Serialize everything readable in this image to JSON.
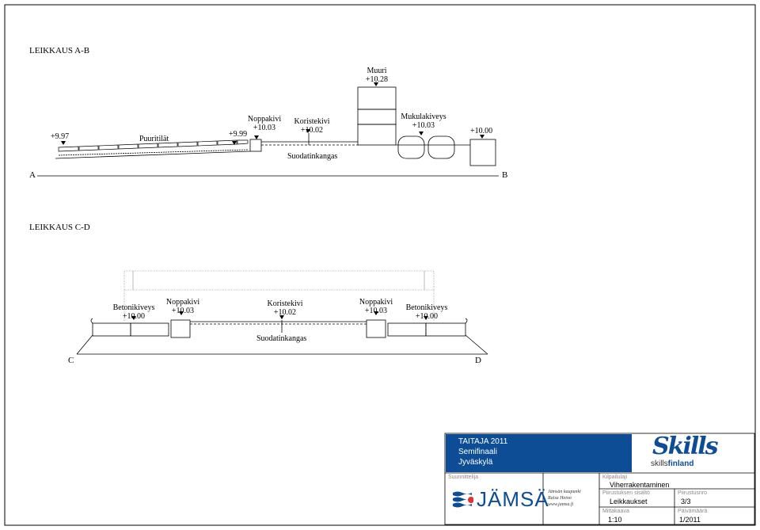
{
  "sheet": {
    "border_color": "#000000",
    "accent_blue": "#0d4d96",
    "brand_red": "#e4322b"
  },
  "section_ab": {
    "title": "LEIKKAUS A-B",
    "label_left": "A",
    "label_right": "B",
    "levels": {
      "left": "+9.97",
      "mid": "+9.99",
      "noppakivi_name": "Noppakivi",
      "noppakivi_level": "+10.03",
      "koristekivi_name": "Koristekivi",
      "koristekivi_level": "+10.02",
      "muuri_name": "Muuri",
      "muuri_level": "+10.28",
      "mukulakiveys_name": "Mukulakiveys",
      "mukulakiveys_level": "+10.03",
      "right": "+10.00"
    },
    "puuritilat": "Puuritilät",
    "suodatinkangas": "Suodatinkangas"
  },
  "section_cd": {
    "title": "LEIKKAUS C-D",
    "label_left": "C",
    "label_right": "D",
    "betonikiveys_left_name": "Betonikiveys",
    "betonikiveys_left_level": "+10.00",
    "noppakivi_left_name": "Noppakivi",
    "noppakivi_left_level": "+10.03",
    "koristekivi_name": "Koristekivi",
    "koristekivi_level": "+10.02",
    "noppakivi_right_name": "Noppakivi",
    "noppakivi_right_level": "+10.03",
    "betonikiveys_right_name": "Betonikiveys",
    "betonikiveys_right_level": "+10.00",
    "suodatinkangas": "Suodatinkangas"
  },
  "title_block": {
    "event_line1": "TAITAJA 2011",
    "event_line2": "Semifinaali",
    "event_line3": "Jyväskylä",
    "skills_logo_word": "Skills",
    "skills_logo_sub_a": "skills",
    "skills_logo_sub_b": "finland",
    "suunnittelija_label": "Suunnittelija",
    "jamsa_logo_text": "JÄMSÄ",
    "designer_line1": "Jämsän kaupunki",
    "designer_line2": "Raisa Heino",
    "designer_line3": "www.jamsa.fi",
    "kilpailulaji_label": "Kilpailulaji",
    "kilpailulaji_value": "Viherrakentaminen",
    "sisalto_label": "Piirustuksen sisältö",
    "sisalto_value": "Leikkaukset",
    "piirustusnro_label": "Piirustusnro",
    "piirustusnro_value": "3/3",
    "mittakaava_label": "Mittakaava",
    "mittakaava_value": "1:10",
    "paivamaara_label": "Päivämäärä",
    "paivamaara_value": "1/2011"
  }
}
